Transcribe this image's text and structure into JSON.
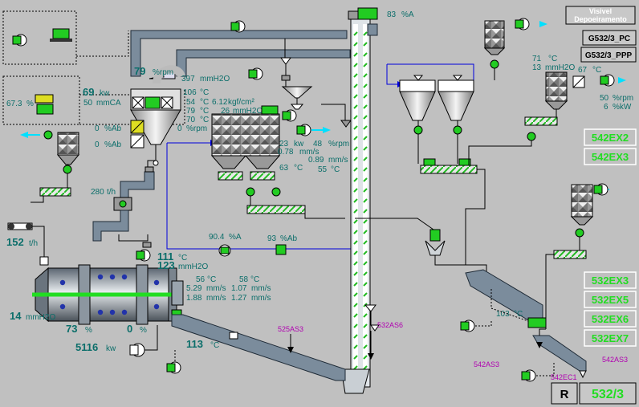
{
  "header": {
    "visivel_label": "Visivel",
    "depoeiramento_label": "Depoeiramento"
  },
  "buttons": {
    "g532_pc": "G532/3_PC",
    "g532_ppp": "G532/3_PPP",
    "ex_542_2": "542EX2",
    "ex_542_3": "542EX3",
    "ex_532_3": "532EX3",
    "ex_532_5": "532EX5",
    "ex_532_6": "532EX6",
    "ex_532_7": "532EX7",
    "r_button": "R",
    "footer_532_3": "532/3"
  },
  "readings": {
    "elevator_pct": "83",
    "elevator_unit": "%A",
    "fan79_val": "79",
    "fan79_unit": "%rpm",
    "mmh2o_397": "397",
    "mmh2o_unit": "mmH2O",
    "kw69": "69",
    "kw_unit": "kw",
    "mmca50": "50",
    "mmca_unit": "mmCA",
    "t106": "106",
    "t54": "54",
    "t79": "79",
    "t70": "70",
    "deg_unit": "°C",
    "kgf": "6.12",
    "kgf_unit": "kgf/cm²",
    "mmh2o26": "26",
    "pct_rpm_0": "0",
    "pct_rpm_unit": "%rpm",
    "ab0a": "0",
    "ab0b": "0",
    "ab_unit": "%Ab",
    "t67_3": "67.3",
    "pct_unit_small": "%",
    "kw23": "23",
    "rpm48": "48",
    "ms078": "0.78",
    "ms_unit": "mm/s",
    "ms089": "0.89",
    "t63": "63",
    "t55": "55",
    "th280": "280",
    "th_unit": "t/h",
    "th152": "152",
    "a90_4": "90.4",
    "a_unit": "%A",
    "ab93": "93",
    "t111": "111",
    "mmh123": "123",
    "t56": "56",
    "t58": "58",
    "ms5_29": "5.29",
    "ms1_07": "1.07",
    "ms1_88": "1.88",
    "ms1_27": "1.27",
    "mmh14": "14",
    "pct73": "73",
    "pct0": "0",
    "kw5116": "5116",
    "t113": "113",
    "t103": "103",
    "t71": "71",
    "mmh13": "13",
    "t67": "67",
    "rpm50": "50",
    "kw6": "6",
    "pct_kw_unit": "%kW"
  },
  "tags": {
    "as525_3": "525AS3",
    "as532_6": "532AS6",
    "as542_3a": "542AS3",
    "as542_3b": "542AS3",
    "ec542_1": "542EC1"
  },
  "colors": {
    "background": "#c0c0c0",
    "value_text": "#0b6e6a",
    "tag_text": "#b000b0",
    "status_green": "#22dd22",
    "pipe": "#7b8c9c",
    "air_line": "#0000dd",
    "flow_arrow": "#00e0ff"
  }
}
